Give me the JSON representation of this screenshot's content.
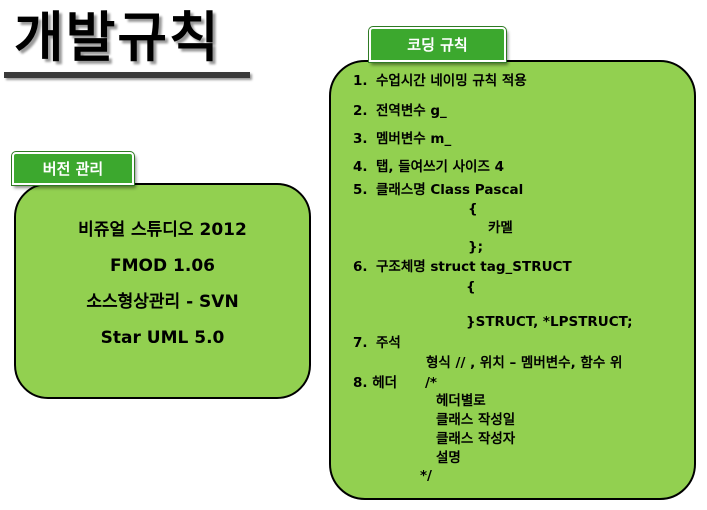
{
  "title": "개발규칙",
  "version_panel": {
    "tab_label": "버전 관리",
    "items": [
      "비쥬얼 스튜디오 2012",
      "FMOD 1.06",
      "소스형상관리 - SVN",
      "Star UML 5.0"
    ]
  },
  "coding_panel": {
    "tab_label": "코딩 규칙",
    "rules": {
      "r1": {
        "num": "1.",
        "text": "수업시간 네이밍 규칙 적용"
      },
      "r2": {
        "num": "2.",
        "text": "전역변수 g_"
      },
      "r3": {
        "num": "3.",
        "text": "멤버변수 m_"
      },
      "r4": {
        "num": "4.",
        "text": "탭, 들여쓰기 사이즈 4"
      },
      "r5": {
        "num": "5.",
        "text": "클래스명  Class Pascal",
        "brace_open": "{",
        "body": "카멜",
        "brace_close": "};"
      },
      "r6": {
        "num": "6.",
        "text": "구조체명 struct tag_STRUCT",
        "brace_open": "{",
        "close": "}STRUCT, *LPSTRUCT;"
      },
      "r7": {
        "num": "7.",
        "text": "주석",
        "detail": "형식 // , 위치 – 멤버변수, 함수 위"
      },
      "r8": {
        "num": "8.",
        "text": "헤더",
        "comment_open": "/*",
        "lines": [
          "헤더별로",
          "클래스 작성일",
          "클래스 작성자",
          "설명"
        ],
        "comment_close": "*/"
      }
    }
  },
  "colors": {
    "panel_fill": "#92d050",
    "tab_fill": "#3ca82e",
    "tab_text": "#ffffff"
  }
}
